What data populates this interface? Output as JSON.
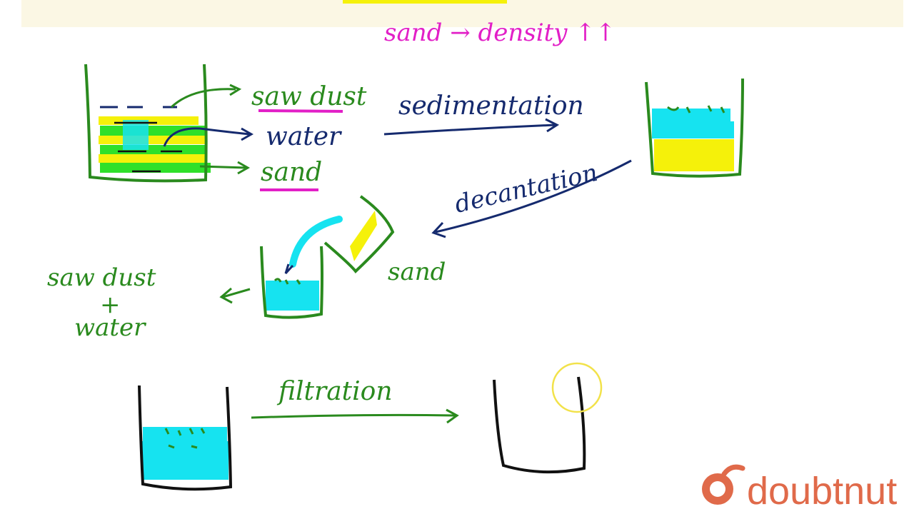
{
  "header": {
    "note": "sand → density ↑↑"
  },
  "labels": {
    "saw_dust": "saw dust",
    "water": "water",
    "sand": "sand",
    "sedimentation": "sedimentation",
    "decantation": "decantation",
    "sand_residue": "sand",
    "mixture_line1": "saw dust",
    "mixture_plus": "+",
    "mixture_line2": "water",
    "filtration": "filtration"
  },
  "logo": {
    "text": "doubtnut"
  },
  "colors": {
    "green_ink": "#2a8a1e",
    "navy_ink": "#152a6e",
    "magenta_ink": "#e21fc7",
    "cyan_water": "#16e3f0",
    "yellow_sand": "#f5f10a",
    "bright_green": "#2fe02a",
    "highlight_band": "#fbf7e4",
    "logo_color": "#e06a4a"
  }
}
